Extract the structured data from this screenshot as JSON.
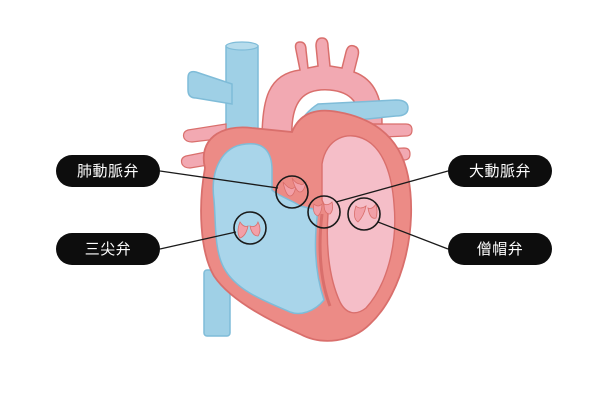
{
  "labels": {
    "pulmonary_valve": "肺動脈弁",
    "tricuspid_valve": "三尖弁",
    "aortic_valve": "大動脈弁",
    "mitral_valve": "僧帽弁"
  },
  "colors": {
    "venous_blue": "#9fd0e6",
    "venous_blue_dark": "#7fbcd8",
    "arterial_pink": "#f2a9b2",
    "arterial_pink_light": "#f7c6cf",
    "muscle_red": "#ec8b86",
    "muscle_red_dark": "#d96f6c",
    "valve_pink": "#f2a0a8",
    "pill_black": "#0d0d0d",
    "leader_line": "#1a1a1a"
  },
  "icons": {
    "organ": "heart-illustration",
    "valves": "valve-marker-circle"
  }
}
